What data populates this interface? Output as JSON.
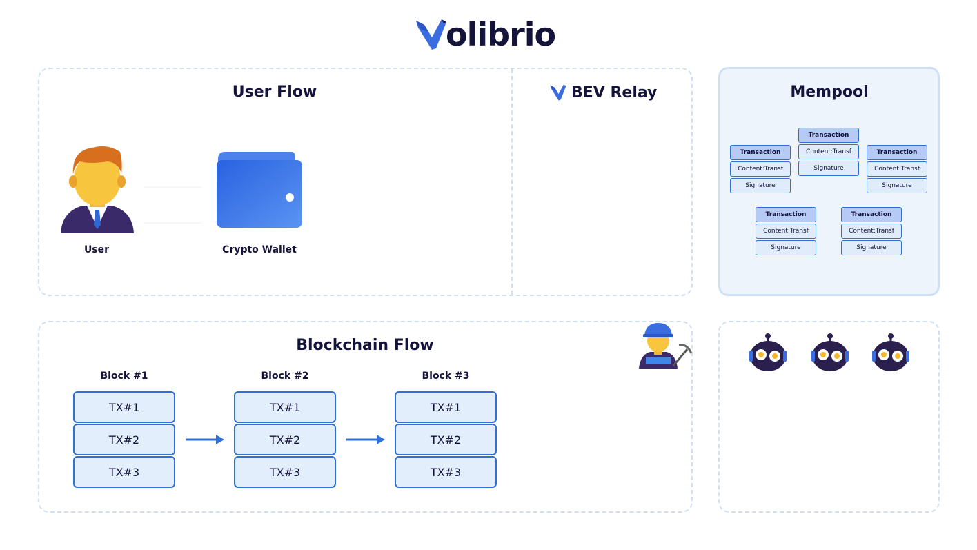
{
  "logo": {
    "text": "olibrio",
    "icon": "hummingbird-logo-icon"
  },
  "user_flow": {
    "title": "User Flow",
    "user_label": "User",
    "wallet_label": "Crypto Wallet"
  },
  "bev_relay": {
    "title": "BEV Relay",
    "icon": "hummingbird-logo-icon"
  },
  "mempool": {
    "title": "Mempool",
    "transactions": [
      {
        "head": "Transaction",
        "content": "Content:Transf",
        "signature": "Signature"
      },
      {
        "head": "Transaction",
        "content": "Content:Transf",
        "signature": "Signature"
      },
      {
        "head": "Transaction",
        "content": "Content:Transf",
        "signature": "Signature"
      },
      {
        "head": "Transaction",
        "content": "Content:Transf",
        "signature": "Signature"
      },
      {
        "head": "Transaction",
        "content": "Content:Transf",
        "signature": "Signature"
      }
    ]
  },
  "blockchain": {
    "title": "Blockchain Flow",
    "blocks": [
      {
        "title": "Block #1",
        "txs": [
          "TX#1",
          "TX#2",
          "TX#3"
        ]
      },
      {
        "title": "Block #2",
        "txs": [
          "TX#1",
          "TX#2",
          "TX#3"
        ]
      },
      {
        "title": "Block #3",
        "txs": [
          "TX#1",
          "TX#2",
          "TX#3"
        ]
      }
    ]
  },
  "bots": {
    "icon": "robot-icon",
    "count": 3
  },
  "colors": {
    "accent": "#2f6fd8",
    "dark": "#14133a",
    "panel_border": "#cfe0f5",
    "mempool_bg": "#eef4fc"
  }
}
